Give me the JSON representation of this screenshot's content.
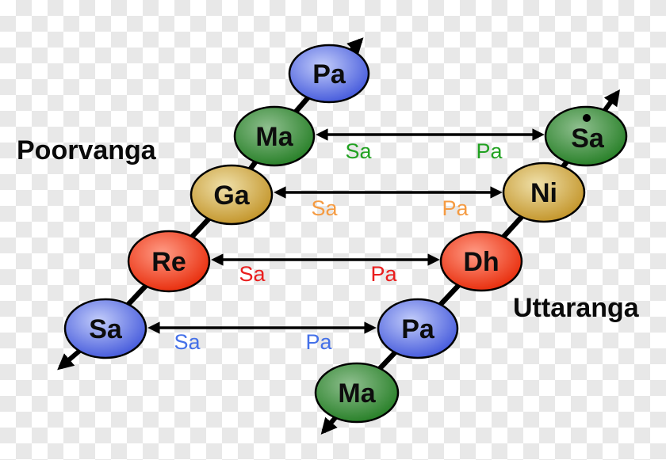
{
  "titles": {
    "poorvanga": "Poorvanga",
    "uttaranga": "Uttaranga"
  },
  "poorvanga": {
    "nodes": [
      {
        "label": "Sa",
        "color_key": "blue"
      },
      {
        "label": "Re",
        "color_key": "red"
      },
      {
        "label": "Ga",
        "color_key": "gold"
      },
      {
        "label": "Ma",
        "color_key": "green"
      },
      {
        "label": "Pa",
        "color_key": "blue"
      }
    ]
  },
  "uttaranga": {
    "nodes": [
      {
        "label": "Ma",
        "color_key": "green"
      },
      {
        "label": "Pa",
        "color_key": "blue"
      },
      {
        "label": "Dh",
        "color_key": "red"
      },
      {
        "label": "Ni",
        "color_key": "gold"
      },
      {
        "label": "Sa",
        "color_key": "green",
        "octave_dot": true
      }
    ]
  },
  "shift_rows": [
    {
      "left_label": "Sa",
      "right_label": "Pa",
      "label_color": "#21a121"
    },
    {
      "left_label": "Sa",
      "right_label": "Pa",
      "label_color": "#f59b42"
    },
    {
      "left_label": "Sa",
      "right_label": "Pa",
      "label_color": "#ea1d1d"
    },
    {
      "left_label": "Sa",
      "right_label": "Pa",
      "label_color": "#4470e8"
    }
  ],
  "node_colors": {
    "blue": {
      "light": "#c2ccfa",
      "dark": "#3a50d9"
    },
    "green": {
      "light": "#8fbf8f",
      "dark": "#1e7a1e"
    },
    "gold": {
      "light": "#efe0aa",
      "dark": "#bf8e1e"
    },
    "red": {
      "light": "#ff9b85",
      "dark": "#e62301"
    }
  },
  "line_color": "#000000",
  "background": {
    "checker_light": "#ffffff",
    "checker_dark": "#e8e8e8"
  }
}
